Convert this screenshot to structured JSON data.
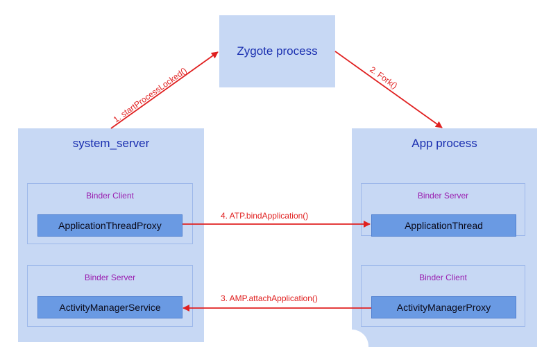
{
  "zygote": {
    "title": "Zygote process"
  },
  "system_server": {
    "title": "system_server",
    "binder_client": {
      "label": "Binder Client",
      "class_name": "ApplicationThreadProxy"
    },
    "binder_server": {
      "label": "Binder Server",
      "class_name": "ActivityManagerService"
    }
  },
  "app_process": {
    "title": "App process",
    "binder_server": {
      "label": "Binder Server",
      "class_name": "ApplicationThread"
    },
    "binder_client": {
      "label": "Binder Client",
      "class_name": "ActivityManagerProxy"
    }
  },
  "arrows": {
    "step1": "1. startProcessLocked()",
    "step2": "2. Fork()",
    "step3": "3. AMP.attachApplication()",
    "step4": "4. ATP.bindApplication()"
  },
  "colors": {
    "box_fill": "#c7d8f4",
    "class_fill": "#6a9ae3",
    "title_text": "#1a2fb0",
    "binder_label": "#9a1fb0",
    "arrow": "#e02020"
  }
}
